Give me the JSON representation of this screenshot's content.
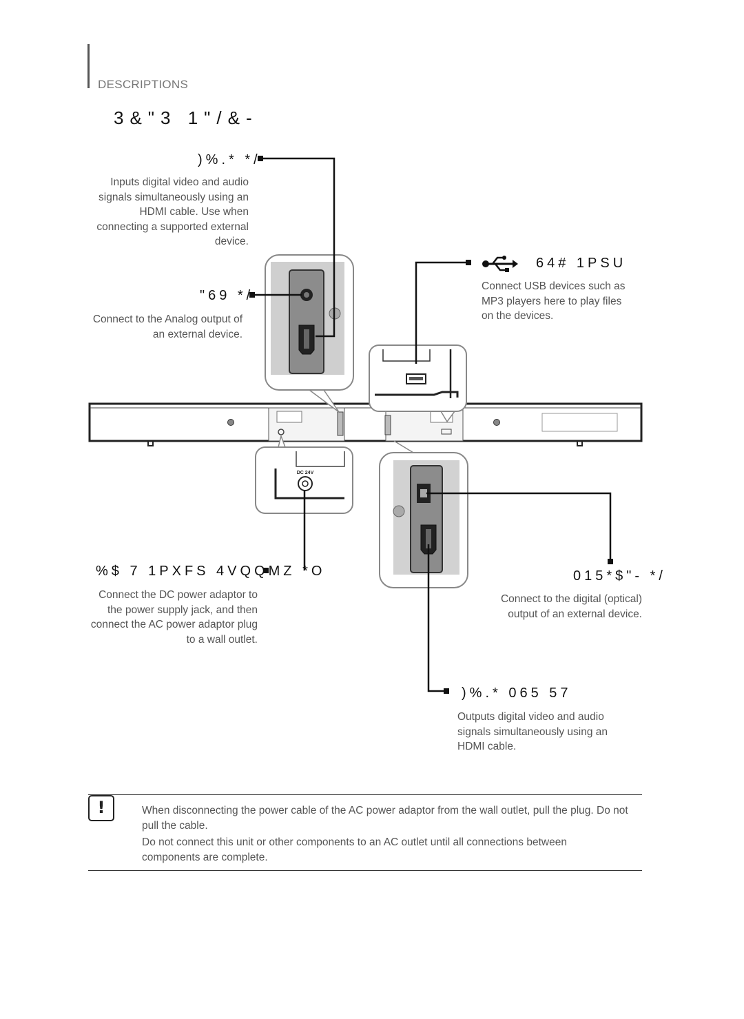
{
  "header": {
    "section": "DESCRIPTIONS",
    "title": "3&\"3 1\"/&-"
  },
  "ports": {
    "hdmi_in": {
      "title": ")%.* */",
      "description": "Inputs digital video and audio signals simultaneously using an HDMI cable. Use when connecting a supported external device."
    },
    "aux_in": {
      "title": "\"69 */",
      "description": "Connect to the Analog output of an external device."
    },
    "usb": {
      "title": "64# 1PSU",
      "icon": "usb-icon",
      "description": "Connect USB devices such as MP3 players here to play files on the devices."
    },
    "dc_power": {
      "title": "%$ 7 1PXFS 4VQQMZ *O",
      "jack_label": "DC 24V",
      "description": "Connect the DC power adaptor to the power supply jack, and then connect the AC power adaptor plug to a wall outlet."
    },
    "optical_in": {
      "title": "015*$\"- */",
      "description": "Connect to the digital (optical) output of an external device."
    },
    "hdmi_out": {
      "title": ")%.* 065 57",
      "description": "Outputs digital video and audio signals simultaneously using an HDMI cable."
    }
  },
  "notes": {
    "icon": "caution-icon",
    "icon_glyph": "!",
    "items": [
      "When disconnecting the power cable of the AC power adaptor from the wall outlet, pull the plug. Do not pull the cable.",
      "Do not connect this unit or other components to an AC outlet until all connections between components are complete."
    ]
  }
}
